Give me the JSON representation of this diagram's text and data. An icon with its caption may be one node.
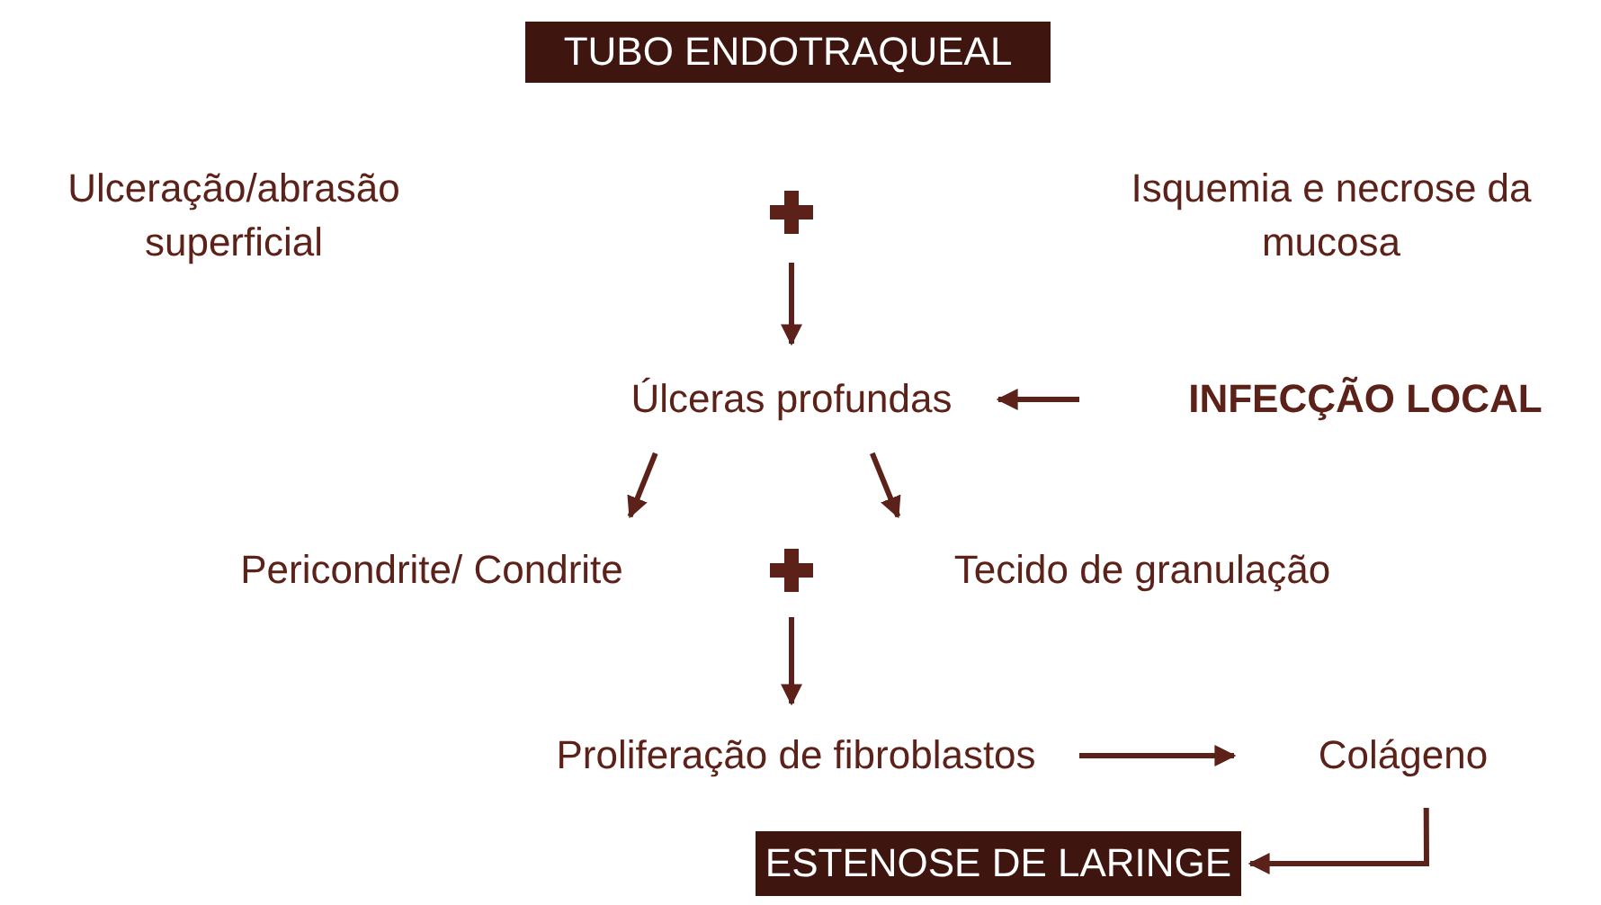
{
  "diagram": {
    "nodes": [
      {
        "text": [
          "TUBO ENDOTRAQUEAL"
        ]
      },
      {
        "text": [
          "Ulceração/abrasão superficial"
        ]
      },
      {
        "text": [],
        "shape": "cross"
      },
      {
        "text": [
          "Isquemia e necrose da mucosa"
        ]
      },
      {
        "text": [
          "Úlceras profundas"
        ]
      },
      {
        "text": [
          "INFECÇÃO LOCAL"
        ]
      },
      {
        "text": [
          "Pericondrite/ Condrite"
        ]
      },
      {
        "text": [],
        "shape": "cross"
      },
      {
        "text": [
          "Tecido de granulação"
        ]
      },
      {
        "text": [
          "Proliferação de fibroblastos"
        ]
      },
      {
        "text": [
          "Colágeno"
        ]
      },
      {
        "text": [
          "ESTENOSE DE LARINGE"
        ]
      }
    ],
    "edges": [
      {
        "from": 2,
        "to": 4,
        "arrow": "to"
      },
      {
        "from": 5,
        "to": 4,
        "arrow": "to"
      },
      {
        "from": 4,
        "to": 6,
        "arrow": "to"
      },
      {
        "from": 4,
        "to": 8,
        "arrow": "to"
      },
      {
        "from": 7,
        "to": 9,
        "arrow": "to"
      },
      {
        "from": 9,
        "to": 10,
        "arrow": "to"
      },
      {
        "from": 10,
        "to": 11,
        "arrow": "to"
      }
    ]
  }
}
